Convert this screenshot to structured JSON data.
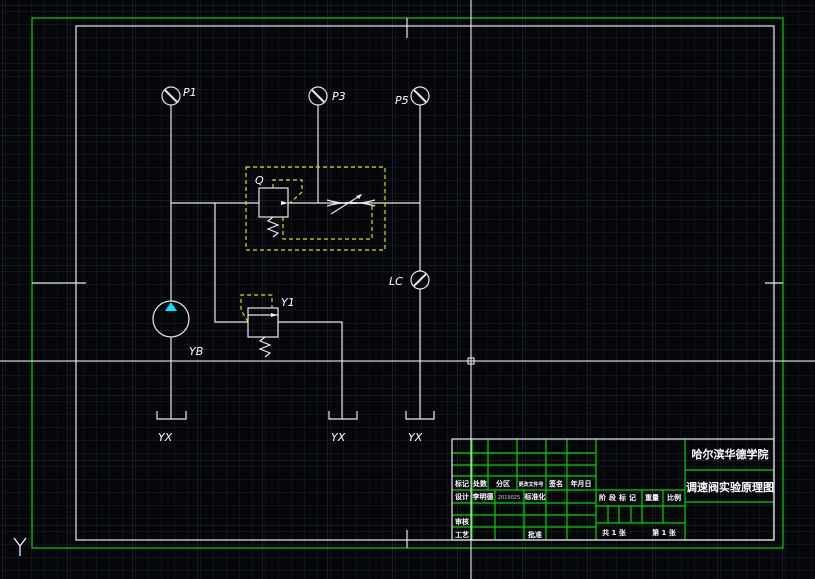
{
  "colors": {
    "background": "#000000",
    "grid": "#2a2f38",
    "frame": "#00d400",
    "line": "#e8e8e8",
    "pilot": "#e0e000",
    "pump_arrow": "#00e5ff"
  },
  "labels": {
    "p1": "P1",
    "p3": "P3",
    "p5": "P5",
    "q": "Q",
    "lc": "LC",
    "y1": "Y1",
    "yb": "YB",
    "tank1": "YX",
    "tank2": "YX",
    "tank3": "YX"
  },
  "title_block": {
    "school": "哈尔滨华德学院",
    "drawing_title": "调速阀实验原理图",
    "header": [
      "标记",
      "处数",
      "分区",
      "更改文件号",
      "签名",
      "年月日"
    ],
    "design_label": "设计",
    "designer": "李明德",
    "design_date": "2019025",
    "standardize_label": "标准化",
    "review_label": "审核",
    "process_label": "工艺",
    "approve_label": "批准",
    "stage_label": "阶段标记",
    "weight_label": "重量",
    "scale_label": "比例",
    "sheets_total": "共 1 张",
    "sheet_no": "第 1 张"
  },
  "ucs_icon": "y-axis-icon"
}
